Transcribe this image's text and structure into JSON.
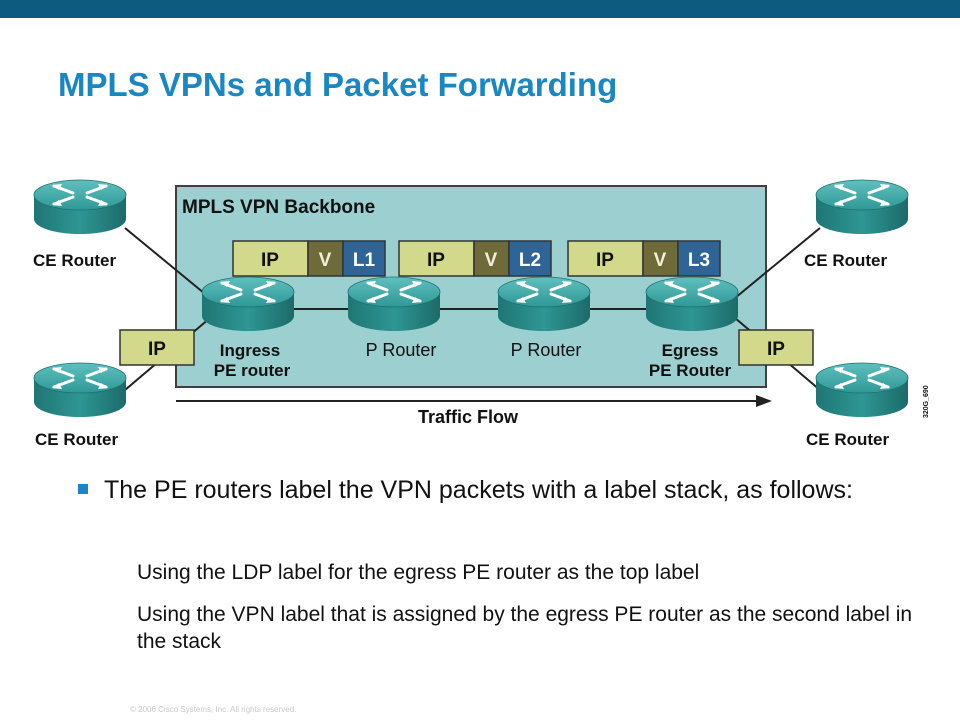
{
  "slide": {
    "title": "MPLS VPNs and Packet Forwarding",
    "copyright": "© 2006 Cisco Systems, Inc. All rights reserved."
  },
  "diagram": {
    "backbone_label": "MPLS VPN Backbone",
    "traffic_flow_label": "Traffic Flow",
    "figure_id": "320G_690",
    "ce_router_label": "CE Router",
    "p_router_label": "P Router",
    "ingress_label_line1": "Ingress",
    "ingress_label_line2": "PE router",
    "egress_label_line1": "Egress",
    "egress_label_line2": "PE Router",
    "ip_label": "IP",
    "label_stacks": [
      {
        "ip": "IP",
        "vpn": "V",
        "ldp": "L1"
      },
      {
        "ip": "IP",
        "vpn": "V",
        "ldp": "L2"
      },
      {
        "ip": "IP",
        "vpn": "V",
        "ldp": "L3"
      }
    ],
    "colors": {
      "backbone_fill": "#9ccfd0",
      "ip_fill": "#d3d98a",
      "vpn_fill": "#6e6a3a",
      "ldp_fill": "#2f6496",
      "router_color": "#2a8e8c"
    }
  },
  "bullets": {
    "main": "The PE routers label the VPN packets with a label stack, as follows:",
    "sub1": "Using the LDP label for the egress PE router as the top label",
    "sub2": "Using the VPN label that is assigned by the egress PE router as the second label in the stack"
  }
}
